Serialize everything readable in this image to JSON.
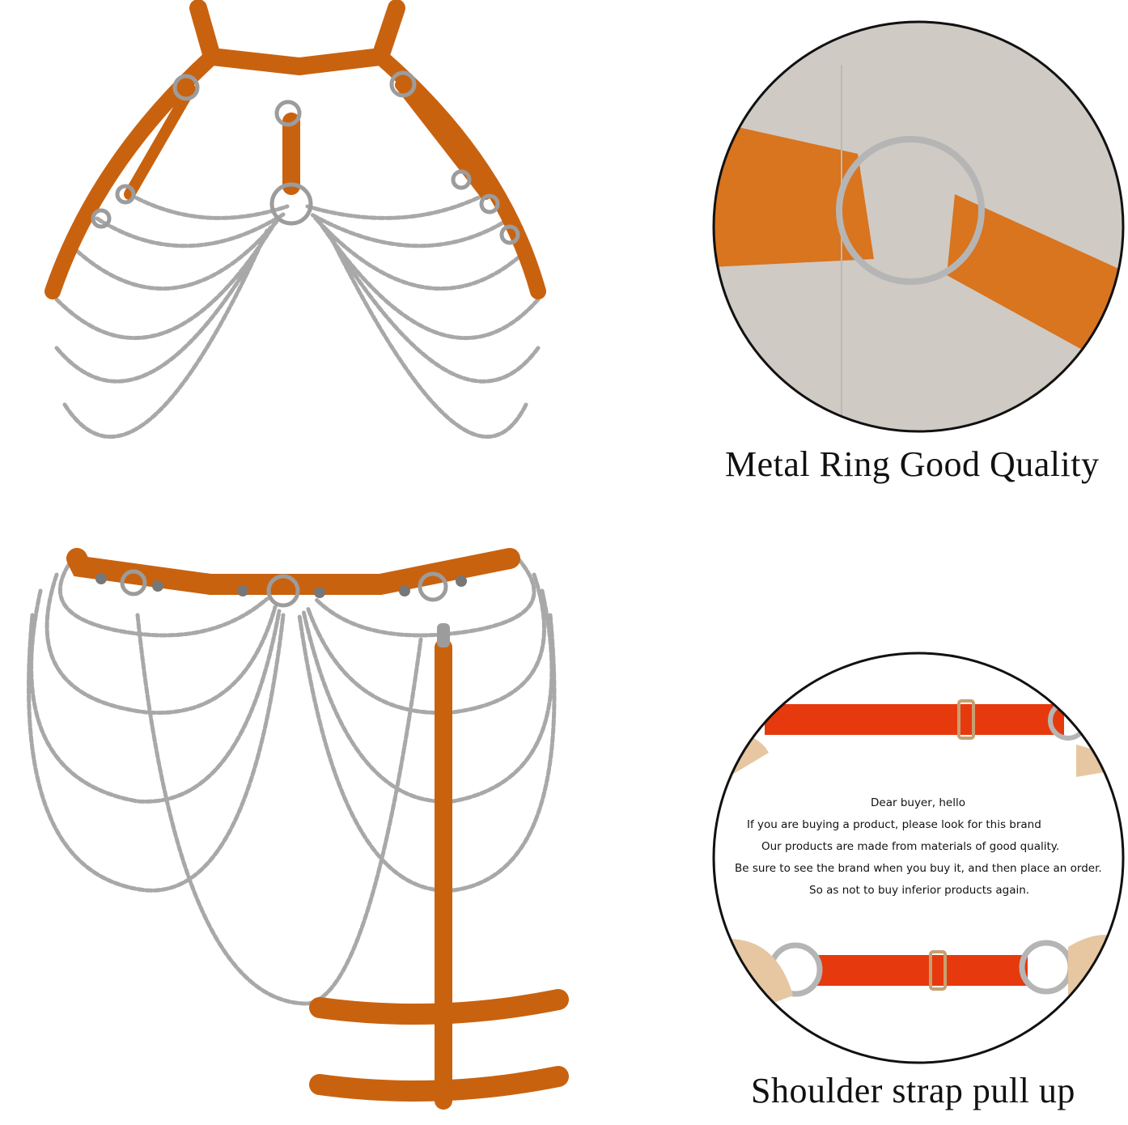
{
  "captions": {
    "ring_quality": "Metal Ring Good Quality",
    "strap_pull_up": "Shoulder strap pull up"
  },
  "buyer_notice": {
    "greeting": "Dear buyer, hello",
    "line1": "If you are buying a product, please look for this brand",
    "line2": "Our products are made from materials of good quality.",
    "line3": "Be sure to see the brand when you buy it, and then place an order.",
    "line4": "So as not to buy inferior products again."
  },
  "colors": {
    "strap_orange": "#c9620f",
    "strap_red": "#e63a0e",
    "chain_silver": "#b8b8b8",
    "backdrop_grey": "#cfcac3"
  }
}
